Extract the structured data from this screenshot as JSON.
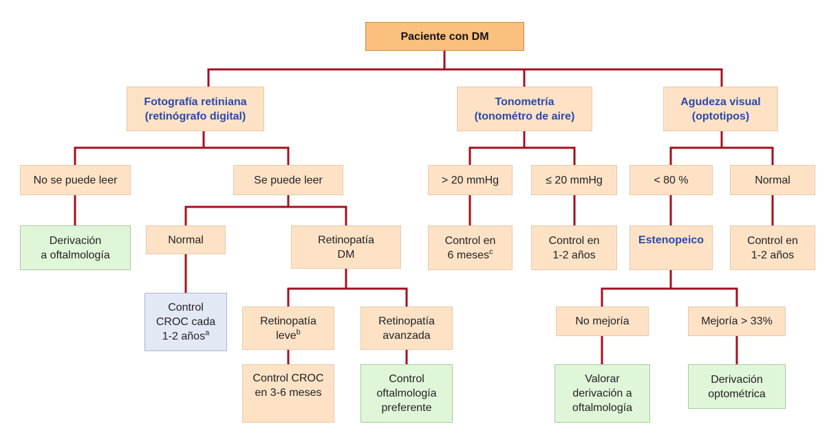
{
  "colors": {
    "connector": "#a50f1e",
    "root_fill": "#fbbf7e",
    "node_fill": "#fde2c6",
    "green_fill": "#e0f6d9",
    "blue_fill": "#e3e8f5",
    "heading_text": "#2b4aa8"
  },
  "root": {
    "label": "Paciente con DM"
  },
  "branches": {
    "fotografia": {
      "line1": "Fotografía retiniana",
      "line2": "(retinógrafo digital)",
      "no_leer": "No se puede leer",
      "derivacion_1": "Derivación",
      "derivacion_2": "a oftalmología",
      "si_leer": "Se puede leer",
      "normal": "Normal",
      "control_1": "Control",
      "control_2": "CROC cada",
      "control_3": "1-2 años",
      "control_sup": "a",
      "retino_dm_1": "Retinopatía",
      "retino_dm_2": "DM",
      "leve_1": "Retinopatía",
      "leve_2": "leve",
      "leve_sup": "b",
      "leve_control_1": "Control CROC",
      "leve_control_2": "en 3-6 meses",
      "avanzada_1": "Retinopatía",
      "avanzada_2": "avanzada",
      "avanzada_control_1": "Control",
      "avanzada_control_2": "oftalmología",
      "avanzada_control_3": "preferente"
    },
    "tonometria": {
      "line1": "Tonometría",
      "line2": "(tonométro de aire)",
      "high": "> 20 mmHg",
      "high_control_1": "Control en",
      "high_control_2": "6 meses",
      "high_control_sup": "c",
      "low": "≤ 20 mmHg",
      "low_control_1": "Control en",
      "low_control_2": "1-2 años"
    },
    "agudeza": {
      "line1": "Agudeza visual",
      "line2": "(optotipos)",
      "low": "< 80 %",
      "estenopeico": "Estenopeico",
      "no_mejoria": "No mejoría",
      "valorar_1": "Valorar",
      "valorar_2": "derivación a",
      "valorar_3": "oftalmología",
      "mejoria": "Mejoría > 33%",
      "deriv_opt_1": "Derivación",
      "deriv_opt_2": "optométrica",
      "normal": "Normal",
      "normal_control_1": "Control en",
      "normal_control_2": "1-2 años"
    }
  }
}
